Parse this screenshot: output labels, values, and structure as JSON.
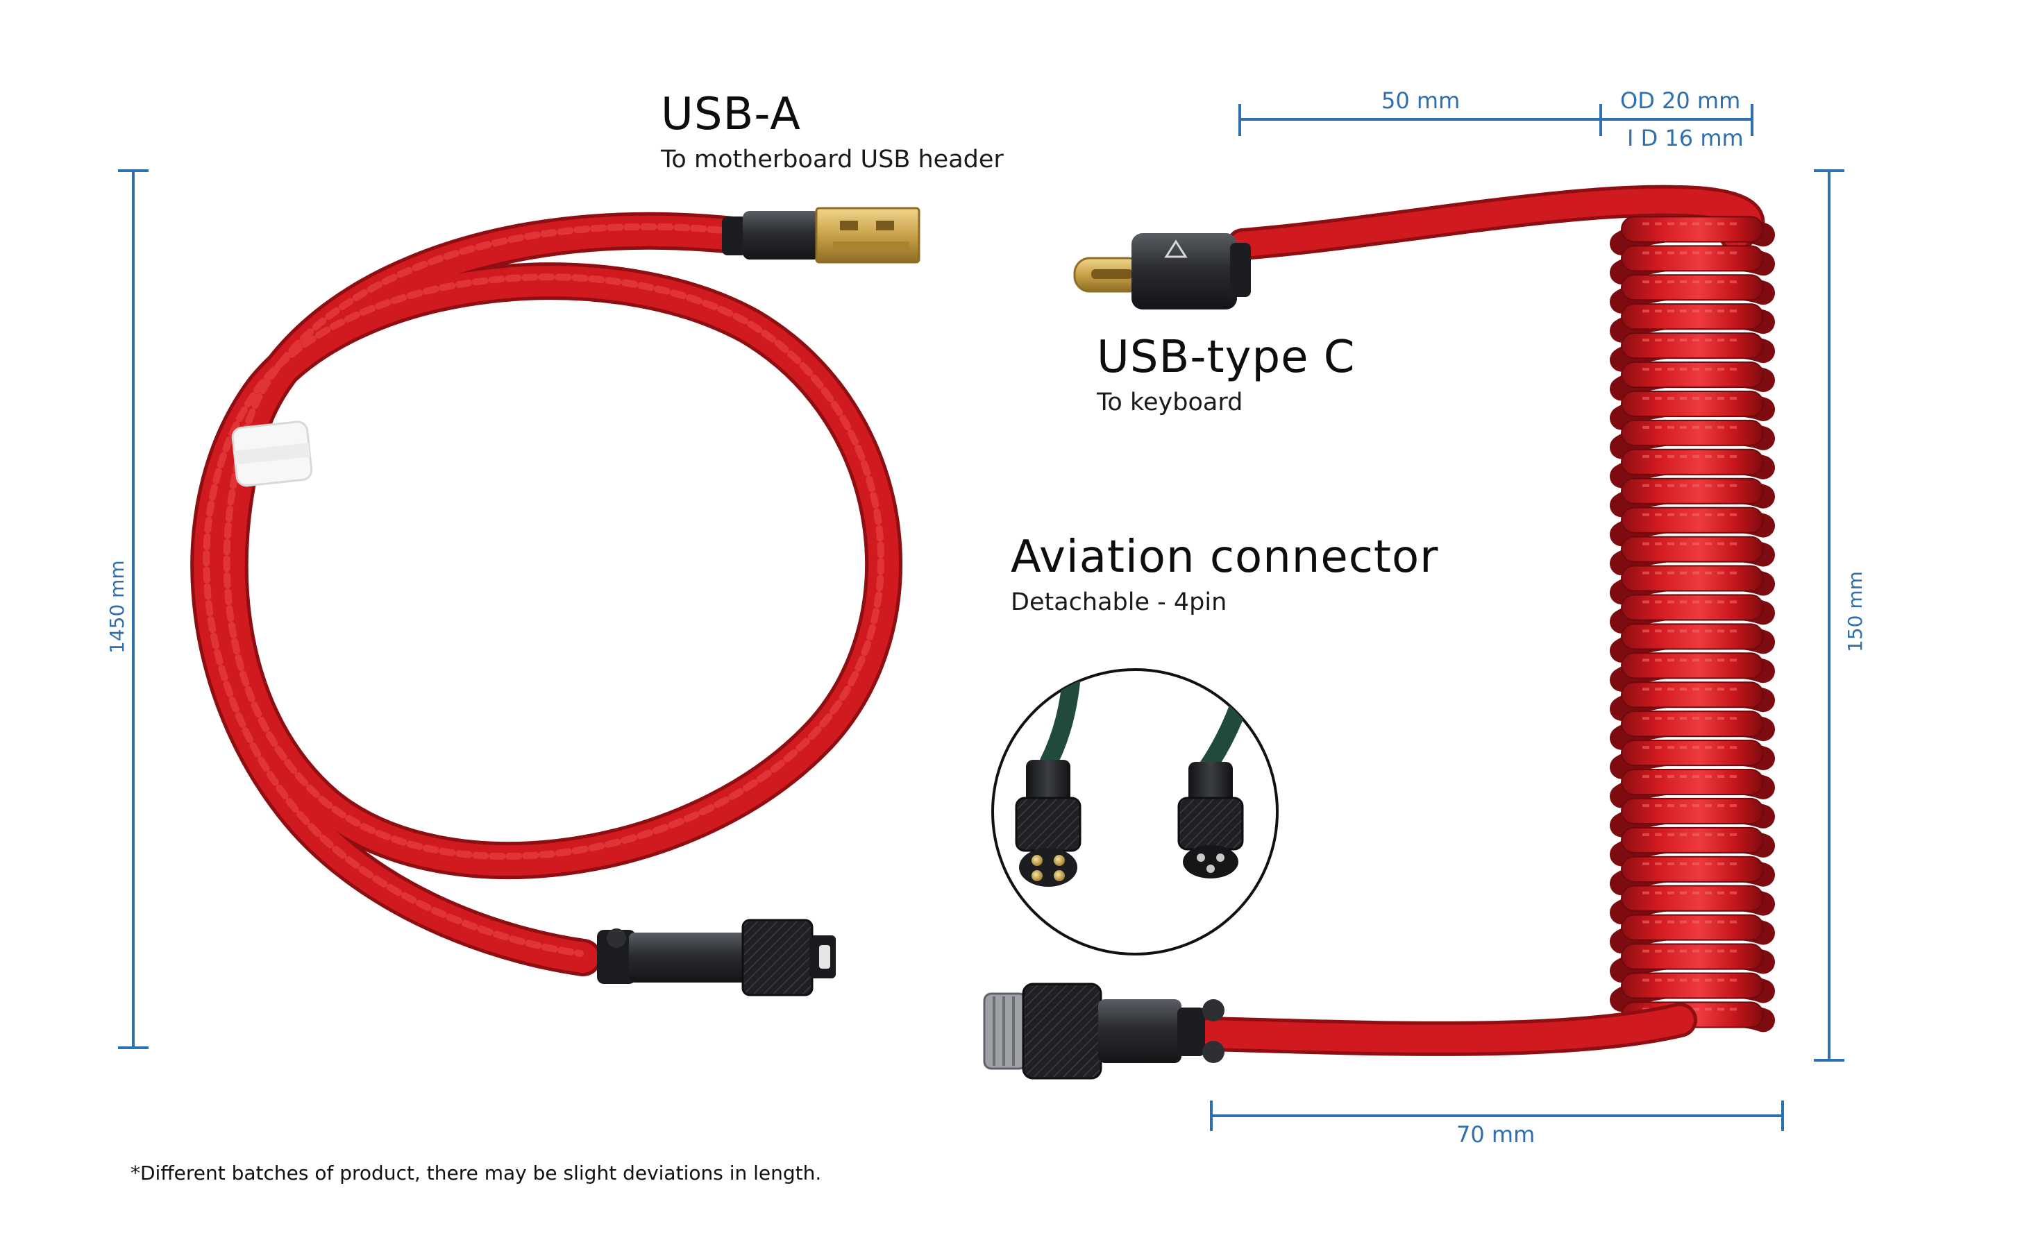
{
  "colors": {
    "cable_red": "#d01a1f",
    "cable_dark": "#8e0e12",
    "cable_light": "#ee4a4c",
    "dimension_blue": "#2f6fad",
    "connector_black": "#1c1d20",
    "aviation_cable_green": "#1f4a3c",
    "gold": "#c9a24a"
  },
  "labels": {
    "usb_a": {
      "title": "USB-A",
      "subtitle": "To motherboard USB header"
    },
    "usb_c": {
      "title": "USB-type C",
      "subtitle": "To keyboard"
    },
    "aviation": {
      "title": "Aviation connector",
      "subtitle": "Detachable - 4pin"
    }
  },
  "dimensions": {
    "straight_length": "1450 mm",
    "coil_height": "150 mm",
    "coil_width": "70 mm",
    "tail_length": "50 mm",
    "outer_diameter": "OD 20 mm",
    "inner_diameter": "I D 16 mm"
  },
  "footnote": "*Different batches of product, there may be slight deviations in length.",
  "icons": [
    "usb-a-plug-icon",
    "usb-c-plug-icon",
    "aviation-connector-icon",
    "velcro-strap-icon"
  ]
}
